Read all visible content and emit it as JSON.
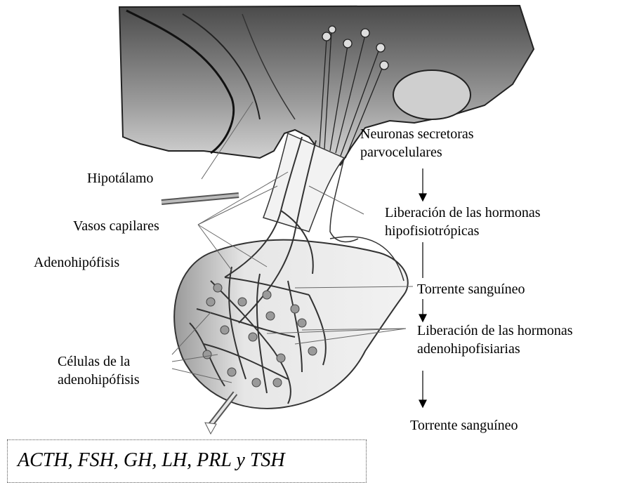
{
  "labels": {
    "hipotalamo": "Hipotálamo",
    "vasos_capilares": "Vasos capilares",
    "adenohipofisis": "Adenohipófisis",
    "celulas_line1": "Células de la",
    "celulas_line2": "adenohipófisis",
    "neuronas_line1": "Neuronas secretoras",
    "neuronas_line2": "parvocelulares",
    "liberacion_hipo_line1": "Liberación de las hormonas",
    "liberacion_hipo_line2": "hipofisiotrópicas",
    "torrente_1": "Torrente sanguíneo",
    "liberacion_adeno_line1": "Liberación de las hormonas",
    "liberacion_adeno_line2": "adenohipofisiarias",
    "torrente_2": "Torrente sanguíneo"
  },
  "hormones_box": {
    "text": "ACTH, FSH, GH, LH, PRL y TSH"
  }
}
